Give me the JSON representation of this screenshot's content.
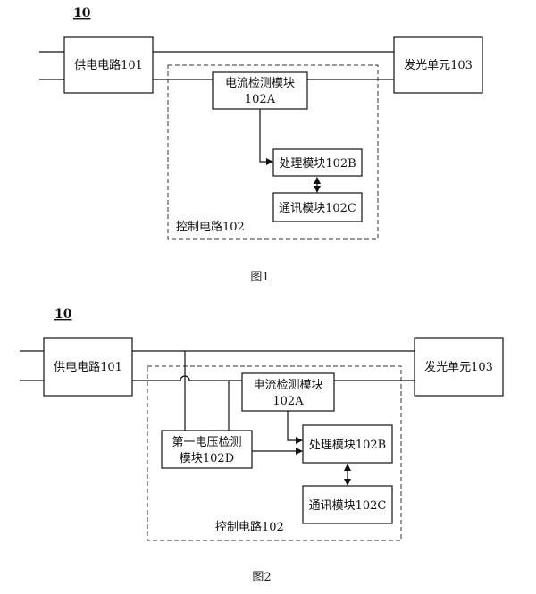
{
  "fig1": {
    "ref": "10",
    "power": "供电电路101",
    "light": "发光单元103",
    "current_line1": "电流检测模块",
    "current_line2": "102A",
    "process": "处理模块102B",
    "comm": "通讯模块102C",
    "control": "控制电路102",
    "caption": "图1"
  },
  "fig2": {
    "ref": "10",
    "power": "供电电路101",
    "light": "发光单元103",
    "current_line1": "电流检测模块",
    "current_line2": "102A",
    "voltage_line1": "第一电压检测",
    "voltage_line2": "模块102D",
    "process": "处理模块102B",
    "comm": "通讯模块102C",
    "control": "控制电路102",
    "caption": "图2"
  }
}
